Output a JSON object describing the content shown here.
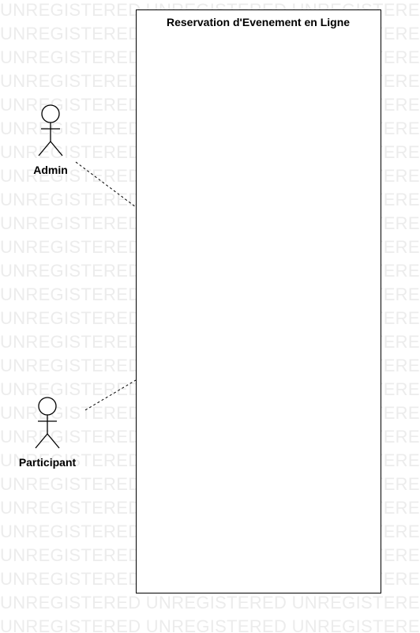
{
  "watermark": {
    "text": "UNREGISTERED",
    "color": "#ececec"
  },
  "system": {
    "title": "Reservation d'Evenement en Ligne",
    "border_color": "#000000"
  },
  "actors": [
    {
      "name": "Admin"
    },
    {
      "name": "Participant"
    }
  ]
}
